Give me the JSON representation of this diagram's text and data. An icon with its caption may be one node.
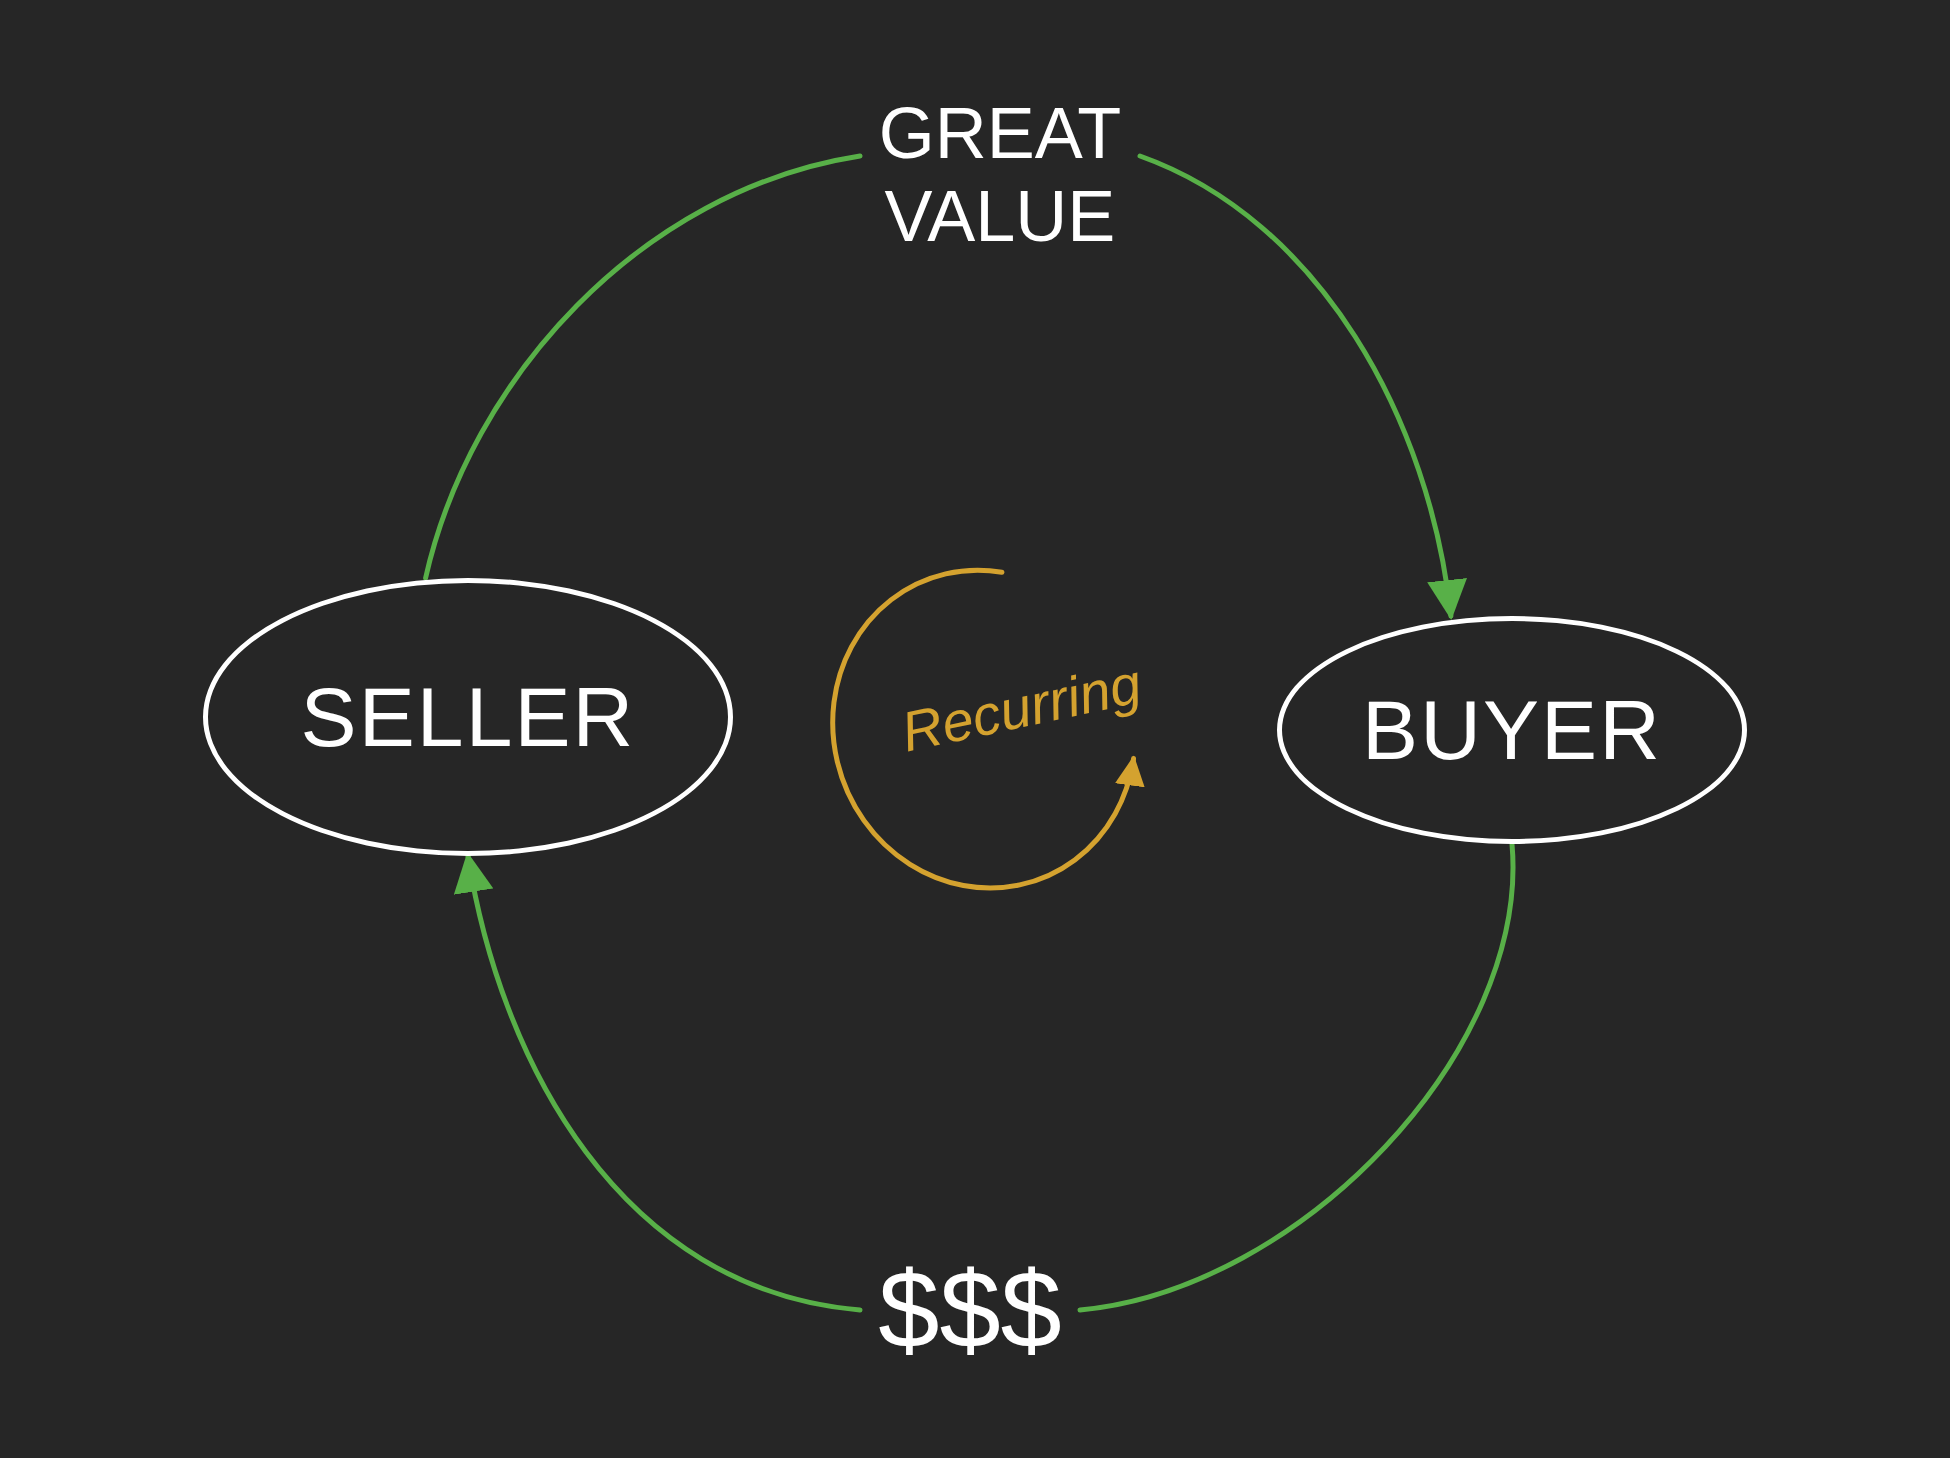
{
  "diagram": {
    "nodes": [
      {
        "text": [
          "SELLER"
        ]
      },
      {
        "text": [
          "BUYER"
        ]
      },
      {
        "text": [
          "GREAT VALUE"
        ]
      },
      {
        "text": [
          "$$$"
        ]
      }
    ],
    "edges": [
      {
        "from": 0,
        "to": 2,
        "arrow": "none"
      },
      {
        "from": 2,
        "to": 1,
        "arrow": "to"
      },
      {
        "from": 1,
        "to": 3,
        "arrow": "none"
      },
      {
        "from": 3,
        "to": 0,
        "arrow": "to"
      }
    ],
    "labels": [
      "Recurring"
    ]
  }
}
